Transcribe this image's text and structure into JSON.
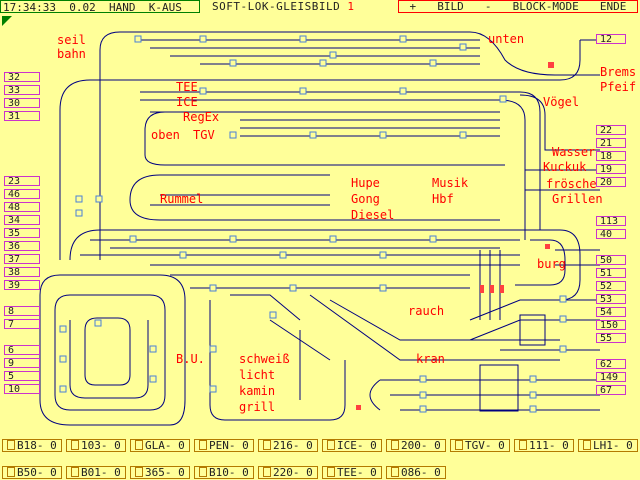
{
  "status": {
    "time": "17:34:33",
    "speed": "0.02",
    "mode": "HAND",
    "aus": "K-AUS"
  },
  "title": {
    "text": "SOFT-LOK-GLEISBILD",
    "num": "1"
  },
  "menu": {
    "plus": "+",
    "bild": "BILD",
    "minus": "-",
    "block": "BLOCK-MODE",
    "ende": "ENDE"
  },
  "labels": {
    "seil": "seil",
    "bahn": "bahn",
    "unten": "unten",
    "tee": "TEE",
    "ice": "ICE",
    "regex": "RegEx",
    "oben": "oben",
    "tgv": "TGV",
    "voegel": "Vögel",
    "brems": "Brems",
    "pfeif": "Pfeif",
    "wasser": "Wasser",
    "kuckuk": "Kuckuk",
    "froesche": "frösche",
    "grillen": "Grillen",
    "hupe": "Hupe",
    "gong": "Gong",
    "diesel": "Diesel",
    "musik": "Musik",
    "hbf": "Hbf",
    "rummel": "Rummel",
    "burg": "burg",
    "rauch": "rauch",
    "kran": "kran",
    "bu": "B.U.",
    "schweiss": "schweiß",
    "licht": "licht",
    "kamin": "kamin",
    "grill": "grill"
  },
  "left_signals": [
    "32",
    "33",
    "30",
    "31",
    "23",
    "46",
    "48",
    "34",
    "35",
    "36",
    "37",
    "38",
    "39",
    "8",
    "7",
    "6",
    "9",
    "5",
    "10"
  ],
  "right_signals": [
    "12",
    "22",
    "21",
    "18",
    "19",
    "20",
    "113",
    "40",
    "50",
    "51",
    "52",
    "53",
    "54",
    "150",
    "55",
    "62",
    "149",
    "67"
  ],
  "locos_row1": [
    "B18- 0",
    "103- 0",
    "GLA- 0",
    "PEN- 0",
    "216- 0",
    "ICE- 0",
    "200- 0",
    "TGV- 0",
    "111- 0",
    "LH1- 0"
  ],
  "locos_row2": [
    "B50- 0",
    "B01- 0",
    "365- 0",
    "B10- 0",
    "220- 0",
    "TEE- 0",
    "086- 0"
  ],
  "colors": {
    "background": "#ffff99",
    "track": "#000080",
    "switch": "#4a7fd8",
    "label": "#ff0000",
    "signal_border": "#cc33cc",
    "loco_border": "#b37a00",
    "status_border": "#008000"
  }
}
